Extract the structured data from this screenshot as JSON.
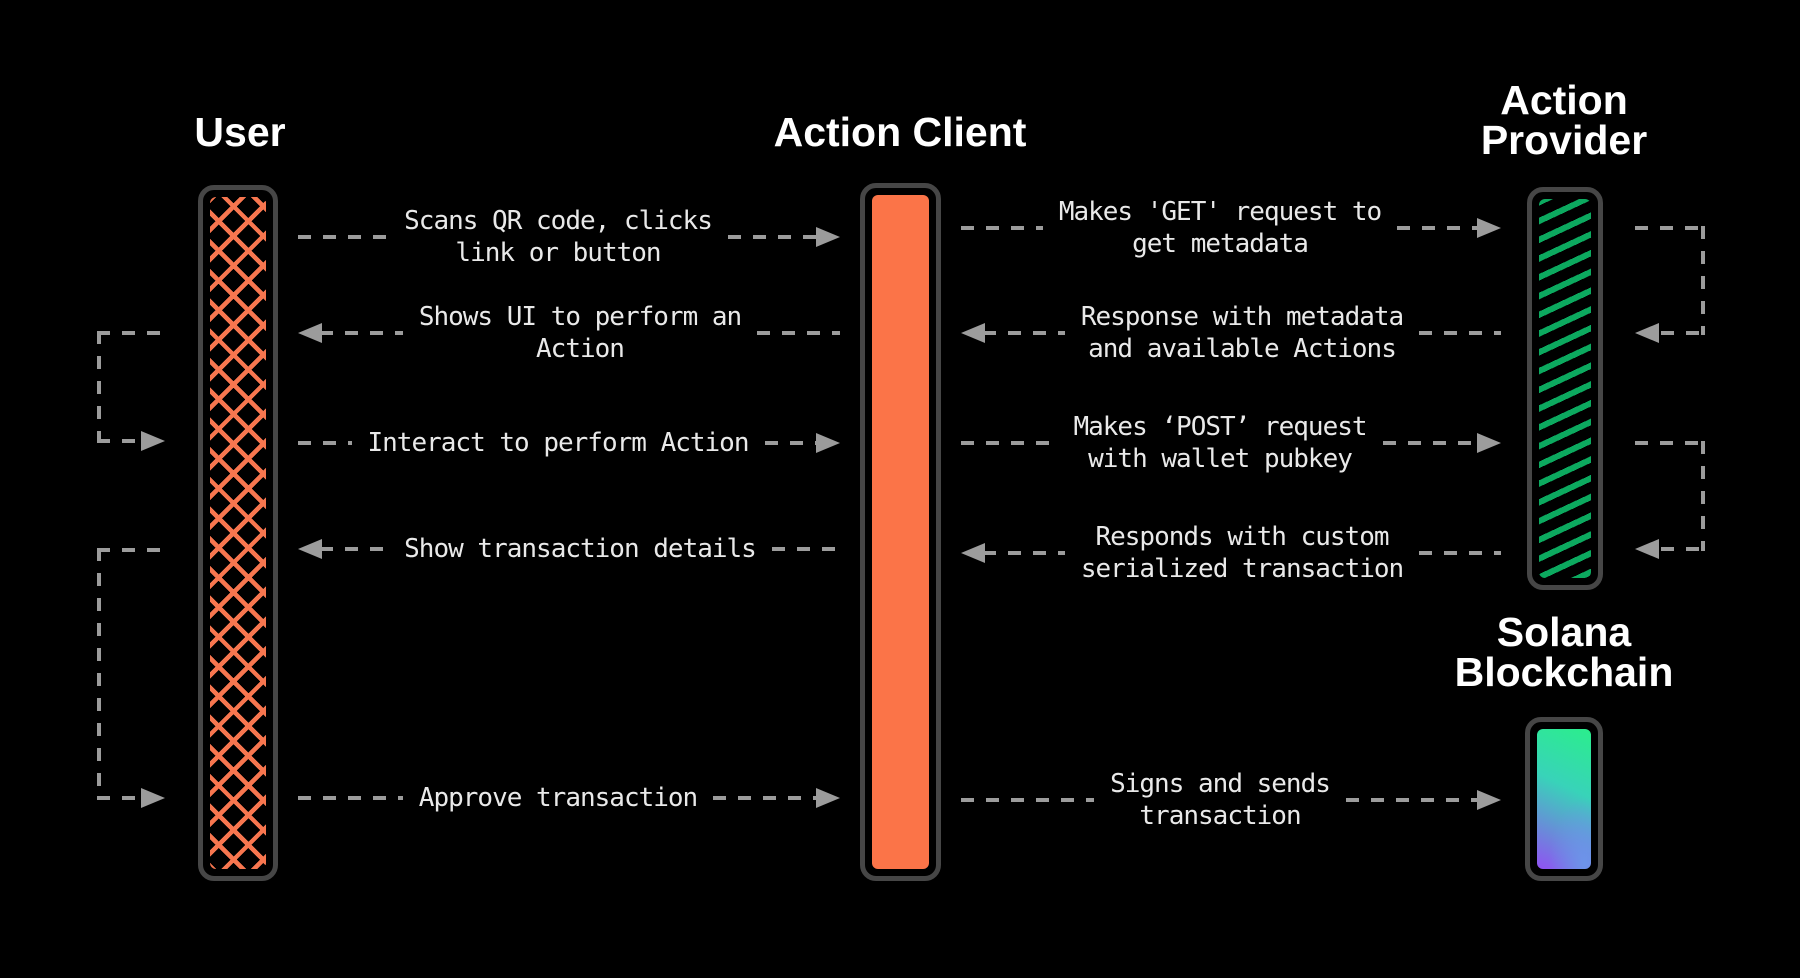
{
  "actors": [
    {
      "id": "user",
      "label": "User",
      "fill": "crosshatch-orange"
    },
    {
      "id": "action-client",
      "label": "Action Client",
      "fill": "solid-orange"
    },
    {
      "id": "action-provider",
      "label": "Action\nProvider",
      "fill": "diagonal-stripes-green"
    },
    {
      "id": "solana-blockchain",
      "label": "Solana\nBlockchain",
      "fill": "gradient-green-blue-purple"
    }
  ],
  "messages_left": [
    {
      "text": "Scans QR code, clicks\nlink or button",
      "from": "user",
      "to": "action-client",
      "direction": "right"
    },
    {
      "text": "Shows UI to perform an\nAction",
      "from": "action-client",
      "to": "user",
      "direction": "left"
    },
    {
      "text": "Interact to perform Action",
      "from": "user",
      "to": "action-client",
      "direction": "right"
    },
    {
      "text": "Show transaction details",
      "from": "action-client",
      "to": "user",
      "direction": "left"
    },
    {
      "text": "Approve transaction",
      "from": "user",
      "to": "action-client",
      "direction": "right"
    }
  ],
  "messages_right": [
    {
      "text": "Makes 'GET' request to\nget metadata",
      "from": "action-client",
      "to": "action-provider",
      "direction": "right"
    },
    {
      "text": "Response with metadata\nand available Actions",
      "from": "action-provider",
      "to": "action-client",
      "direction": "left"
    },
    {
      "text": "Makes ‘POST’ request\nwith wallet pubkey",
      "from": "action-client",
      "to": "action-provider",
      "direction": "right"
    },
    {
      "text": "Responds with custom\nserialized transaction",
      "from": "action-provider",
      "to": "action-client",
      "direction": "left"
    },
    {
      "text": "Signs and sends\ntransaction",
      "from": "action-client",
      "to": "solana-blockchain",
      "direction": "right"
    }
  ],
  "colors": {
    "background": "#000000",
    "accent_orange": "#FB7448",
    "crosshatch_orange": "#F7764F",
    "accent_green": "#0CA95F",
    "gradient_green": "#2BEE8C",
    "gradient_purple": "#9151F3",
    "gradient_blue": "#6C96EA",
    "frame_border": "#464646",
    "arrow_gray": "#9C9C9C",
    "text_gray": "#E9E9E9",
    "title_white": "#FFFFFF"
  }
}
